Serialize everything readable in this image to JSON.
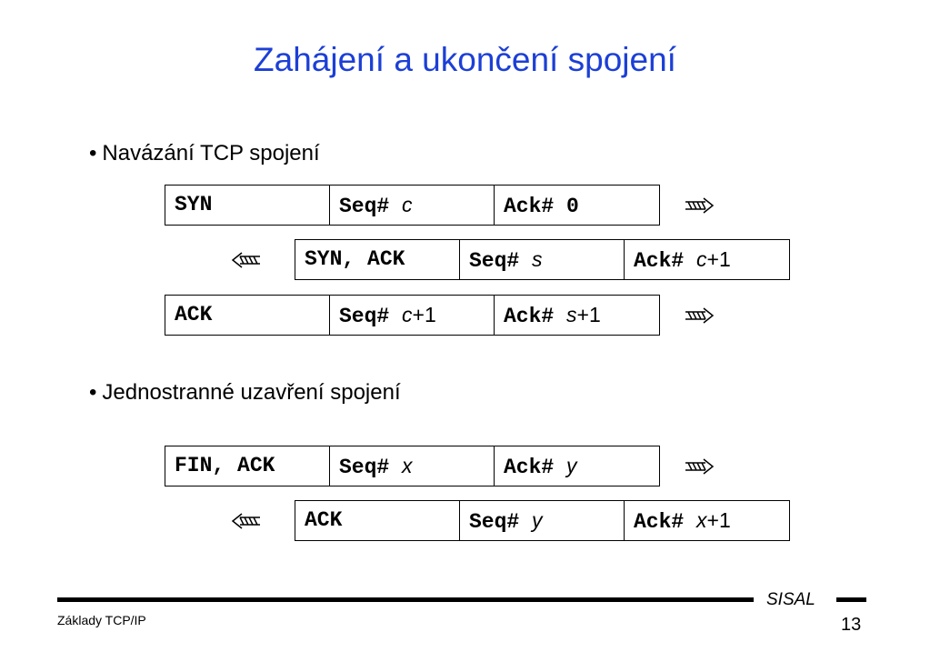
{
  "title": "Zahájení a ukončení spojení",
  "section1": {
    "heading": "Navázání TCP spojení",
    "packets": [
      {
        "direction": "right",
        "flags": "SYN",
        "seq_prefix": "Seq# ",
        "seq_var": "c",
        "seq_suffix": "",
        "ack_prefix": "Ack# ",
        "ack_var": "0",
        "ack_suffix": ""
      },
      {
        "direction": "left",
        "flags": "SYN, ACK",
        "seq_prefix": "Seq# ",
        "seq_var": "s",
        "seq_suffix": "",
        "ack_prefix": "Ack# ",
        "ack_var": "c",
        "ack_suffix": "+1"
      },
      {
        "direction": "right",
        "flags": "ACK",
        "seq_prefix": "Seq# ",
        "seq_var": "c",
        "seq_suffix": "+1",
        "ack_prefix": "Ack# ",
        "ack_var": "s",
        "ack_suffix": "+1"
      }
    ]
  },
  "section2": {
    "heading": "Jednostranné uzavření spojení",
    "packets": [
      {
        "direction": "right",
        "flags": "FIN, ACK",
        "seq_prefix": "Seq# ",
        "seq_var": "x",
        "seq_suffix": "",
        "ack_prefix": "Ack# ",
        "ack_var": "y",
        "ack_suffix": ""
      },
      {
        "direction": "left",
        "flags": "ACK",
        "seq_prefix": "Seq# ",
        "seq_var": "y",
        "seq_suffix": "",
        "ack_prefix": "Ack# ",
        "ack_var": "x",
        "ack_suffix": "+1"
      }
    ]
  },
  "footer": {
    "brand": "SISAL",
    "left_text": "Základy TCP/IP",
    "page_number": "13"
  },
  "icons": {
    "right_arrow": "right-arrow-icon",
    "left_arrow": "left-arrow-icon"
  }
}
